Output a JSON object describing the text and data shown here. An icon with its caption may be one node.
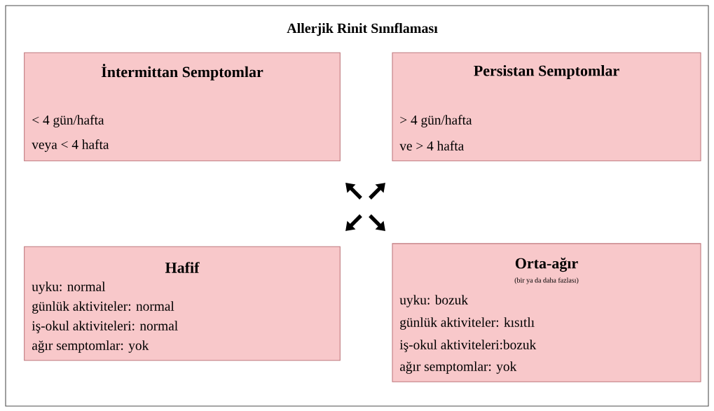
{
  "diagram": {
    "title": "Allerjik Rinit Sınıflaması",
    "nodes": [
      {
        "text": [
          "İntermittan Semptomlar",
          "< 4 gün/hafta",
          "veya < 4 hafta"
        ]
      },
      {
        "text": [
          "Persistan Semptomlar",
          "> 4 gün/hafta",
          "ve > 4 hafta"
        ]
      },
      {
        "text": [
          "Hafif",
          "uyku: normal",
          "günlük aktiviteler: normal",
          "iş-okul aktiviteleri: normal",
          "ağır semptomlar: yok"
        ]
      },
      {
        "text": [
          "Orta-ağır",
          "(bir ya da daha fazlası)",
          "uyku: bozuk",
          "günlük aktiviteler: kısıtlı",
          "iş-okul aktiviteleri:bozuk",
          "ağır semptomlar: yok"
        ]
      }
    ]
  }
}
